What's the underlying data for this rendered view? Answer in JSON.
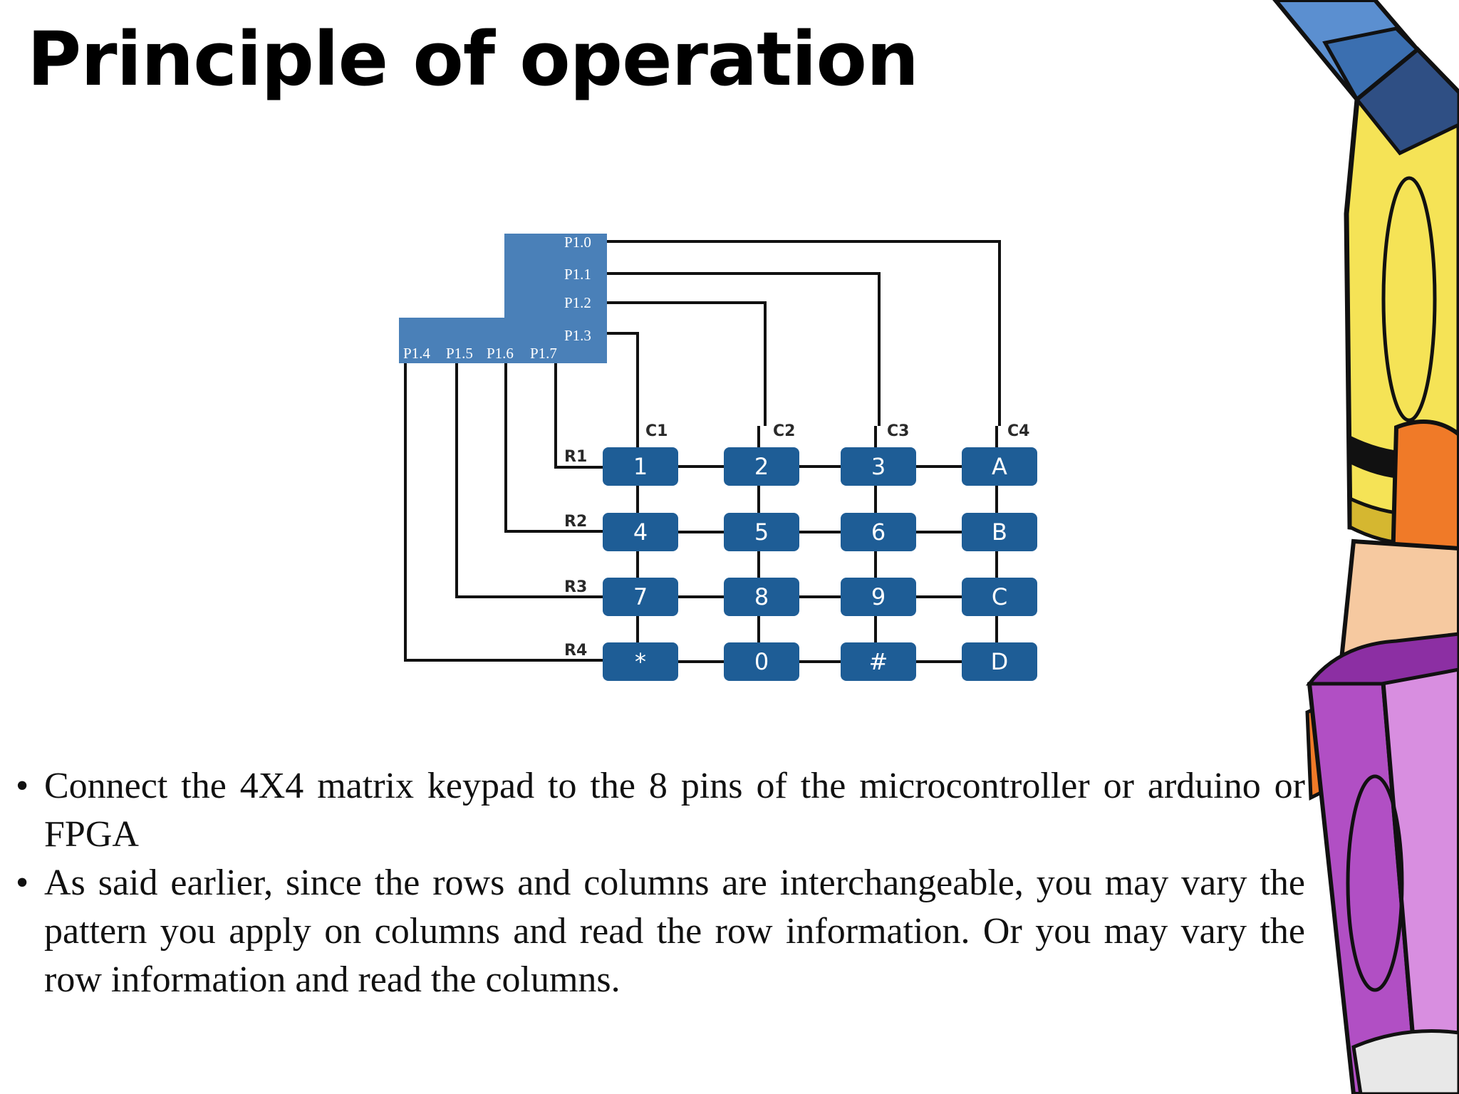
{
  "slide": {
    "title": "Principle of operation"
  },
  "diagram": {
    "port_pins_right": [
      "P1.0",
      "P1.1",
      "P1.2",
      "P1.3"
    ],
    "port_pins_bottom": [
      "P1.4",
      "P1.5",
      "P1.6",
      "P1.7"
    ],
    "column_labels": [
      "C1",
      "C2",
      "C3",
      "C4"
    ],
    "row_labels": [
      "R1",
      "R2",
      "R3",
      "R4"
    ],
    "keys": [
      [
        "1",
        "2",
        "3",
        "A"
      ],
      [
        "4",
        "5",
        "6",
        "B"
      ],
      [
        "7",
        "8",
        "9",
        "C"
      ],
      [
        "*",
        "0",
        "#",
        "D"
      ]
    ],
    "colors": {
      "microcontroller_block": "#4a80b8",
      "key_fill": "#1e5d96",
      "wire": "#111111"
    }
  },
  "bullets": [
    "Connect the 4X4 matrix keypad to the 8 pins of the microcontroller or arduino or FPGA",
    "As said earlier, since the rows and columns are interchangeable, you may vary the pattern you apply on columns and read the row information. Or you may vary the row information and read the columns."
  ]
}
